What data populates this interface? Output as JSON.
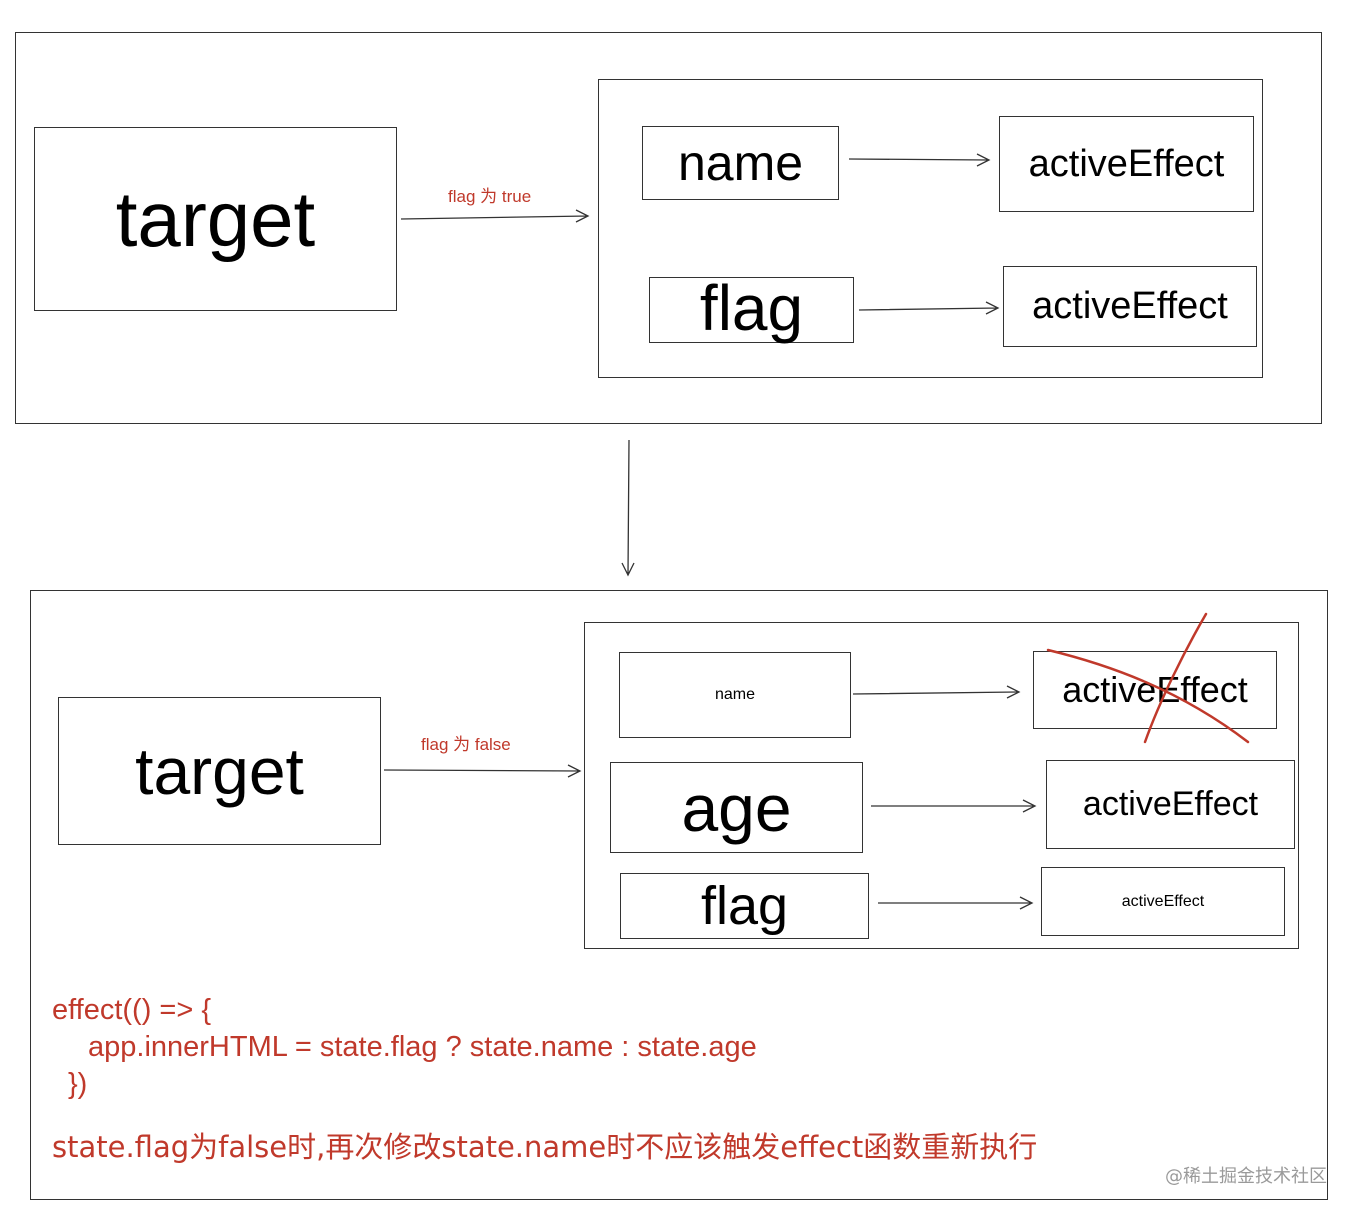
{
  "top": {
    "target": "target",
    "edge_label": "flag 为 true",
    "keys": [
      "name",
      "flag"
    ],
    "effects": [
      "activeEffect",
      "activeEffect"
    ]
  },
  "bottom": {
    "target": "target",
    "edge_label": "flag 为 false",
    "keys": [
      "name",
      "age",
      "flag"
    ],
    "effects": [
      "activeEffect",
      "activeEffect",
      "activeEffect"
    ]
  },
  "code": {
    "line1": "effect(() => {",
    "line2": "app.innerHTML = state.flag ? state.name : state.age",
    "line3": "})",
    "note": "state.flag为false时,再次修改state.name时不应该触发effect函数重新执行"
  },
  "watermark": "@稀土掘金技术社区",
  "colors": {
    "annotation": "#c0392b",
    "stroke": "#333333",
    "cross": "#c0392b"
  }
}
